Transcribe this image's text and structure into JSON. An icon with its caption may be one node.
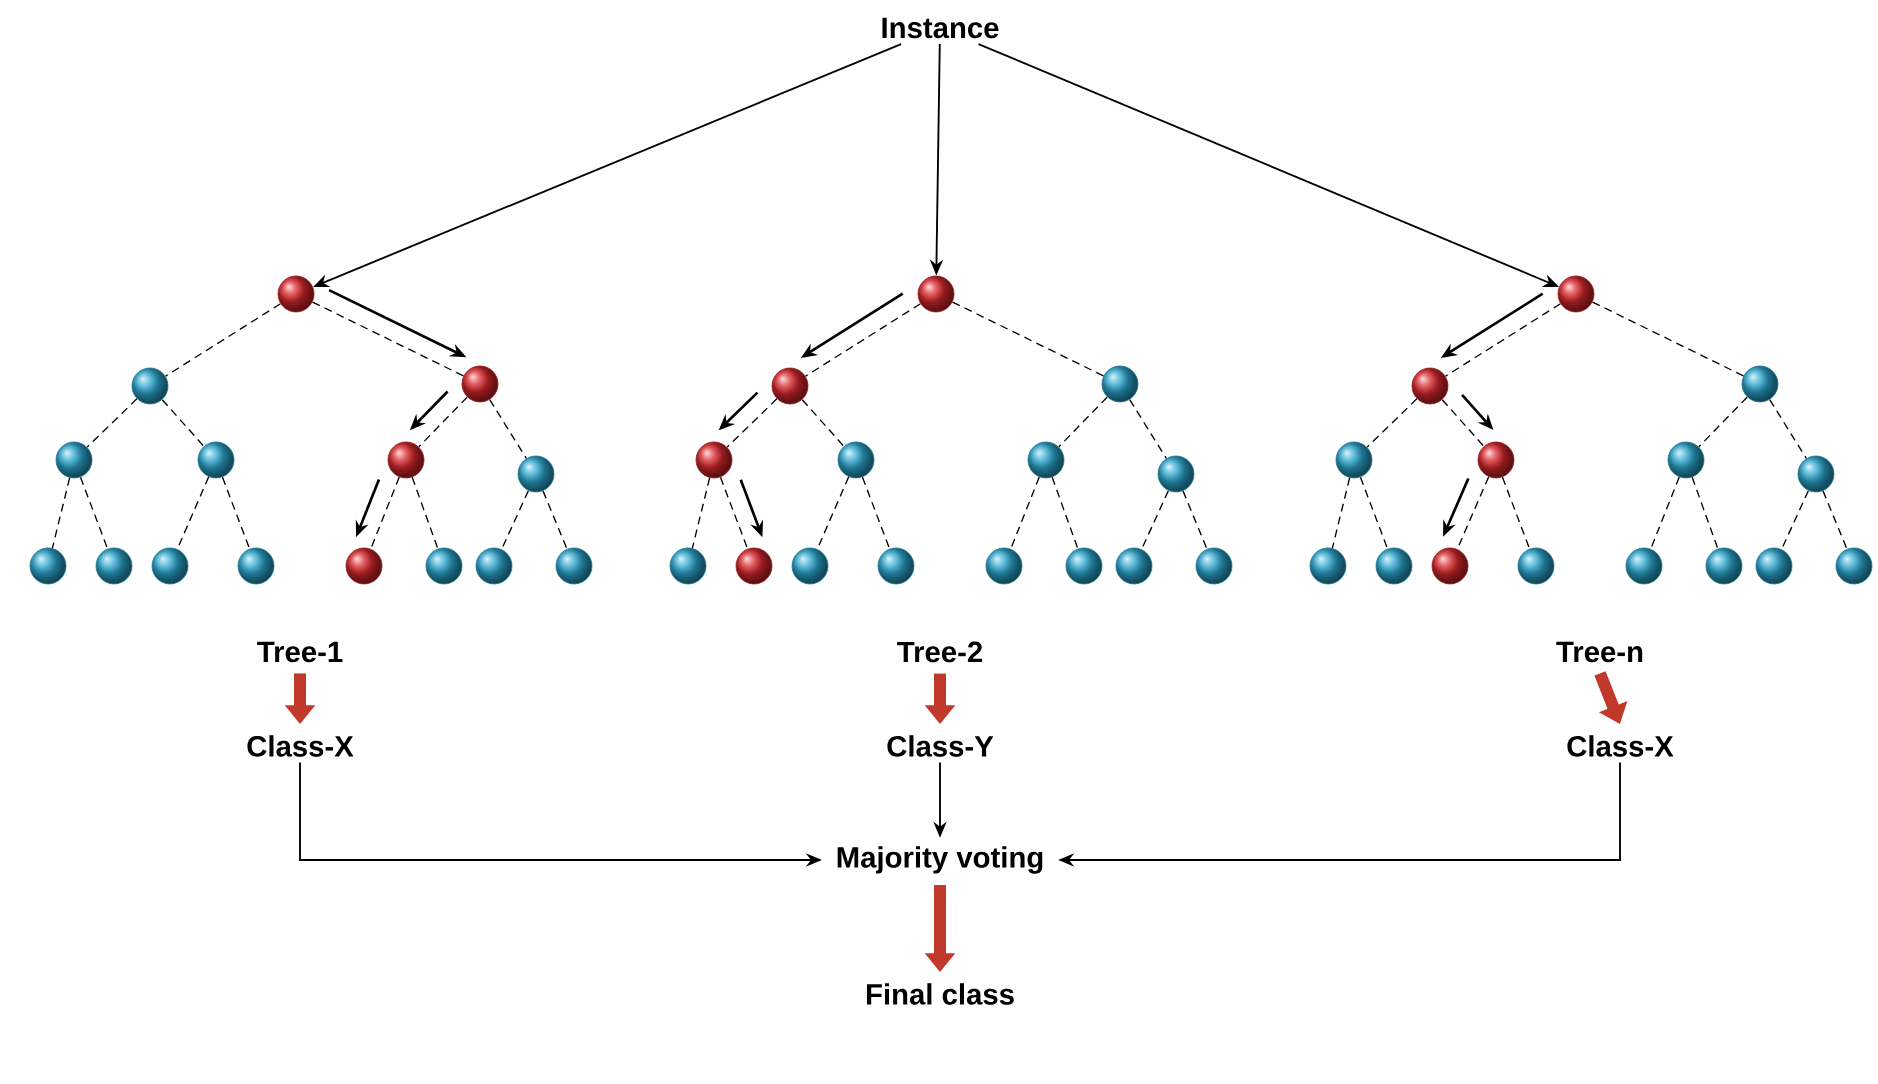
{
  "diagram": {
    "nodes": [
      {
        "text": [
          "Instance"
        ]
      },
      {
        "text": [],
        "shape": "circle"
      },
      {
        "text": [],
        "shape": "circle"
      },
      {
        "text": [],
        "shape": "circle"
      },
      {
        "text": [],
        "shape": "circle"
      },
      {
        "text": [],
        "shape": "circle"
      },
      {
        "text": [],
        "shape": "circle"
      },
      {
        "text": [],
        "shape": "circle"
      },
      {
        "text": [],
        "shape": "circle"
      },
      {
        "text": [],
        "shape": "circle"
      },
      {
        "text": [],
        "shape": "circle"
      },
      {
        "text": [],
        "shape": "circle"
      },
      {
        "text": [],
        "shape": "circle"
      },
      {
        "text": [],
        "shape": "circle"
      },
      {
        "text": [],
        "shape": "circle"
      },
      {
        "text": [],
        "shape": "circle"
      },
      {
        "text": [],
        "shape": "circle"
      },
      {
        "text": [],
        "shape": "circle"
      },
      {
        "text": [],
        "shape": "circle"
      },
      {
        "text": [],
        "shape": "circle"
      },
      {
        "text": [],
        "shape": "circle"
      },
      {
        "text": [],
        "shape": "circle"
      },
      {
        "text": [],
        "shape": "circle"
      },
      {
        "text": [],
        "shape": "circle"
      },
      {
        "text": [],
        "shape": "circle"
      },
      {
        "text": [],
        "shape": "circle"
      },
      {
        "text": [],
        "shape": "circle"
      },
      {
        "text": [],
        "shape": "circle"
      },
      {
        "text": [],
        "shape": "circle"
      },
      {
        "text": [],
        "shape": "circle"
      },
      {
        "text": [],
        "shape": "circle"
      },
      {
        "text": [],
        "shape": "circle"
      },
      {
        "text": [],
        "shape": "circle"
      },
      {
        "text": [],
        "shape": "circle"
      },
      {
        "text": [],
        "shape": "circle"
      },
      {
        "text": [],
        "shape": "circle"
      },
      {
        "text": [],
        "shape": "circle"
      },
      {
        "text": [],
        "shape": "circle"
      },
      {
        "text": [],
        "shape": "circle"
      },
      {
        "text": [],
        "shape": "circle"
      },
      {
        "text": [],
        "shape": "circle"
      },
      {
        "text": [],
        "shape": "circle"
      },
      {
        "text": [],
        "shape": "circle"
      },
      {
        "text": [],
        "shape": "circle"
      },
      {
        "text": [],
        "shape": "circle"
      },
      {
        "text": [],
        "shape": "circle"
      },
      {
        "text": [
          "Tree-1"
        ]
      },
      {
        "text": [
          "Tree-2"
        ]
      },
      {
        "text": [
          "Tree-n"
        ]
      },
      {
        "text": [
          "Class-X"
        ]
      },
      {
        "text": [
          "Class-Y"
        ]
      },
      {
        "text": [
          "Class-X"
        ]
      },
      {
        "text": [
          "Majority voting"
        ]
      },
      {
        "text": [
          "Final class"
        ]
      }
    ],
    "edges": [
      {
        "from": 0,
        "to": 1,
        "arrow": "to"
      },
      {
        "from": 0,
        "to": 16,
        "arrow": "to"
      },
      {
        "from": 0,
        "to": 31,
        "arrow": "to"
      },
      {
        "from": 1,
        "to": 2,
        "arrow": "none",
        "style": "dashed"
      },
      {
        "from": 1,
        "to": 3,
        "arrow": "none",
        "style": "dashed"
      },
      {
        "from": 2,
        "to": 4,
        "arrow": "none",
        "style": "dashed"
      },
      {
        "from": 2,
        "to": 5,
        "arrow": "none",
        "style": "dashed"
      },
      {
        "from": 3,
        "to": 6,
        "arrow": "none",
        "style": "dashed"
      },
      {
        "from": 3,
        "to": 7,
        "arrow": "none",
        "style": "dashed"
      },
      {
        "from": 4,
        "to": 8,
        "arrow": "none",
        "style": "dashed"
      },
      {
        "from": 4,
        "to": 9,
        "arrow": "none",
        "style": "dashed"
      },
      {
        "from": 5,
        "to": 10,
        "arrow": "none",
        "style": "dashed"
      },
      {
        "from": 5,
        "to": 11,
        "arrow": "none",
        "style": "dashed"
      },
      {
        "from": 6,
        "to": 12,
        "arrow": "none",
        "style": "dashed"
      },
      {
        "from": 6,
        "to": 13,
        "arrow": "none",
        "style": "dashed"
      },
      {
        "from": 7,
        "to": 14,
        "arrow": "none",
        "style": "dashed"
      },
      {
        "from": 7,
        "to": 15,
        "arrow": "none",
        "style": "dashed"
      },
      {
        "from": 16,
        "to": 17,
        "arrow": "none",
        "style": "dashed"
      },
      {
        "from": 16,
        "to": 18,
        "arrow": "none",
        "style": "dashed"
      },
      {
        "from": 17,
        "to": 19,
        "arrow": "none",
        "style": "dashed"
      },
      {
        "from": 17,
        "to": 20,
        "arrow": "none",
        "style": "dashed"
      },
      {
        "from": 18,
        "to": 21,
        "arrow": "none",
        "style": "dashed"
      },
      {
        "from": 18,
        "to": 22,
        "arrow": "none",
        "style": "dashed"
      },
      {
        "from": 19,
        "to": 23,
        "arrow": "none",
        "style": "dashed"
      },
      {
        "from": 19,
        "to": 24,
        "arrow": "none",
        "style": "dashed"
      },
      {
        "from": 20,
        "to": 25,
        "arrow": "none",
        "style": "dashed"
      },
      {
        "from": 20,
        "to": 26,
        "arrow": "none",
        "style": "dashed"
      },
      {
        "from": 21,
        "to": 27,
        "arrow": "none",
        "style": "dashed"
      },
      {
        "from": 21,
        "to": 28,
        "arrow": "none",
        "style": "dashed"
      },
      {
        "from": 22,
        "to": 29,
        "arrow": "none",
        "style": "dashed"
      },
      {
        "from": 22,
        "to": 30,
        "arrow": "none",
        "style": "dashed"
      },
      {
        "from": 31,
        "to": 32,
        "arrow": "none",
        "style": "dashed"
      },
      {
        "from": 31,
        "to": 33,
        "arrow": "none",
        "style": "dashed"
      },
      {
        "from": 32,
        "to": 34,
        "arrow": "none",
        "style": "dashed"
      },
      {
        "from": 32,
        "to": 35,
        "arrow": "none",
        "style": "dashed"
      },
      {
        "from": 33,
        "to": 36,
        "arrow": "none",
        "style": "dashed"
      },
      {
        "from": 33,
        "to": 37,
        "arrow": "none",
        "style": "dashed"
      },
      {
        "from": 34,
        "to": 38,
        "arrow": "none",
        "style": "dashed"
      },
      {
        "from": 34,
        "to": 39,
        "arrow": "none",
        "style": "dashed"
      },
      {
        "from": 35,
        "to": 40,
        "arrow": "none",
        "style": "dashed"
      },
      {
        "from": 35,
        "to": 41,
        "arrow": "none",
        "style": "dashed"
      },
      {
        "from": 36,
        "to": 42,
        "arrow": "none",
        "style": "dashed"
      },
      {
        "from": 36,
        "to": 43,
        "arrow": "none",
        "style": "dashed"
      },
      {
        "from": 37,
        "to": 44,
        "arrow": "none",
        "style": "dashed"
      },
      {
        "from": 37,
        "to": 45,
        "arrow": "none",
        "style": "dashed"
      },
      {
        "from": 46,
        "to": 49,
        "arrow": "to",
        "style": "thick",
        "color": "#c0392b"
      },
      {
        "from": 47,
        "to": 50,
        "arrow": "to",
        "style": "thick",
        "color": "#c0392b"
      },
      {
        "from": 48,
        "to": 51,
        "arrow": "to",
        "style": "thick",
        "color": "#c0392b"
      },
      {
        "from": 49,
        "to": 52,
        "arrow": "to"
      },
      {
        "from": 50,
        "to": 52,
        "arrow": "to"
      },
      {
        "from": 51,
        "to": 52,
        "arrow": "to"
      },
      {
        "from": 52,
        "to": 53,
        "arrow": "to",
        "style": "thick",
        "color": "#c0392b"
      }
    ]
  }
}
